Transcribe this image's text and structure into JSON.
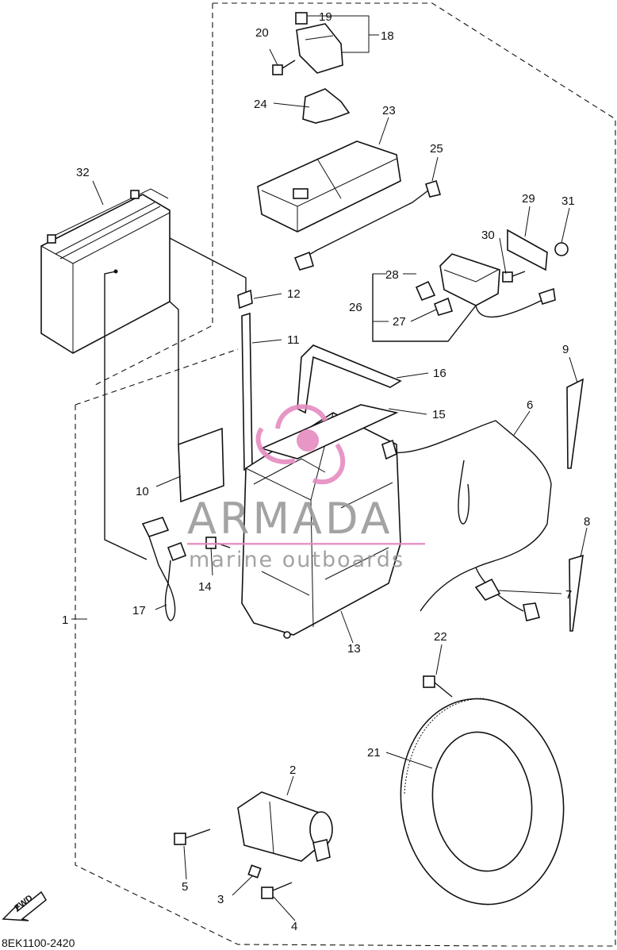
{
  "diagram": {
    "code": "8EK1100-2420",
    "fwd_label": "FWD",
    "callouts": [
      "1",
      "2",
      "3",
      "4",
      "5",
      "6",
      "7",
      "8",
      "9",
      "10",
      "11",
      "12",
      "13",
      "14",
      "15",
      "16",
      "17",
      "18",
      "19",
      "20",
      "21",
      "22",
      "23",
      "24",
      "25",
      "26",
      "27",
      "28",
      "29",
      "30",
      "31",
      "32"
    ]
  },
  "watermark": {
    "brand": "ARMADA",
    "tagline": "marine outboards",
    "accent_color": "#e58bc0",
    "text_color": "#9a9a9a"
  }
}
